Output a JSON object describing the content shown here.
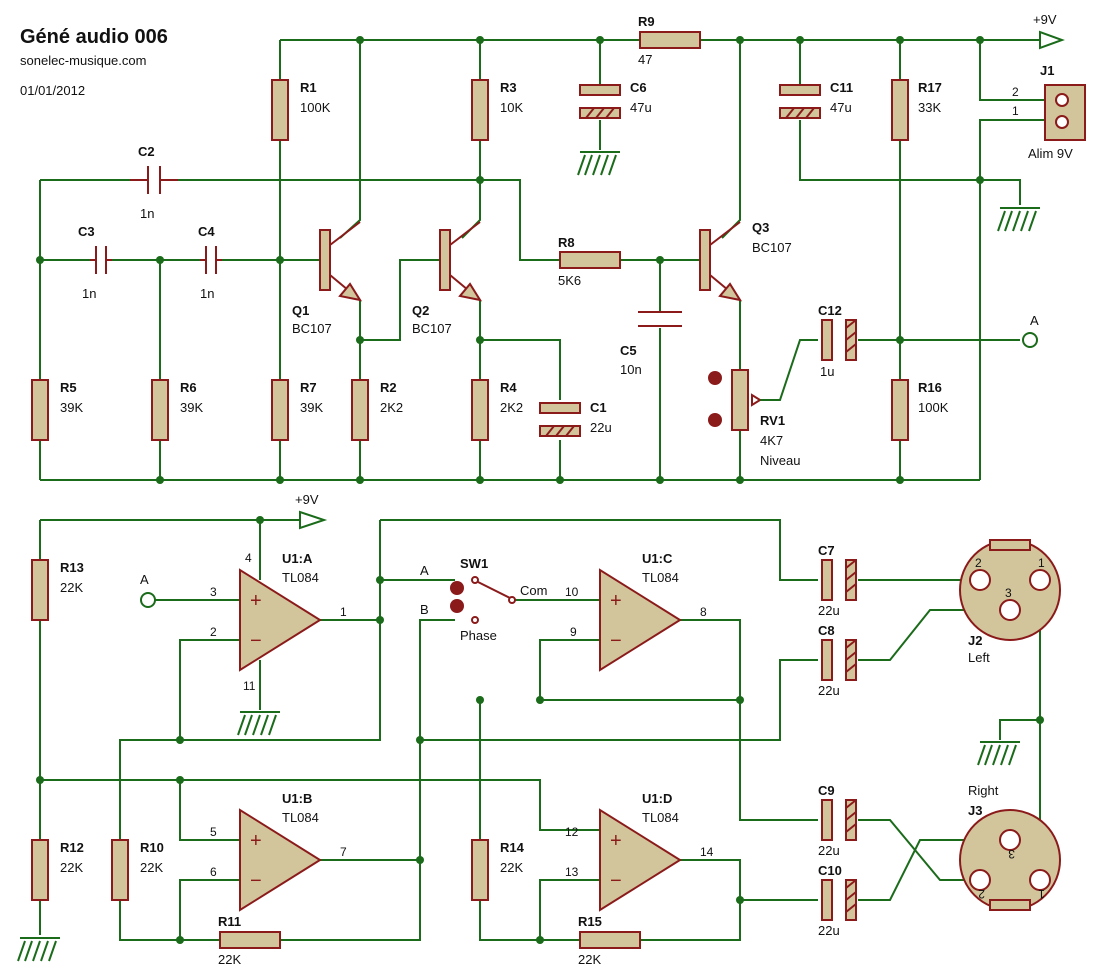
{
  "header": {
    "title": "Géné audio 006",
    "site": "sonelec-musique.com",
    "date": "01/01/2012"
  },
  "rails": {
    "vcc": "+9V"
  },
  "nets": {
    "a_in": "A",
    "a_out": "A",
    "sw_a": "A",
    "sw_b": "B"
  },
  "components": {
    "R1": {
      "ref": "R1",
      "value": "100K"
    },
    "R2": {
      "ref": "R2",
      "value": "2K2"
    },
    "R3": {
      "ref": "R3",
      "value": "10K"
    },
    "R4": {
      "ref": "R4",
      "value": "2K2"
    },
    "R5": {
      "ref": "R5",
      "value": "39K"
    },
    "R6": {
      "ref": "R6",
      "value": "39K"
    },
    "R7": {
      "ref": "R7",
      "value": "39K"
    },
    "R8": {
      "ref": "R8",
      "value": "5K6"
    },
    "R9": {
      "ref": "R9",
      "value": "47"
    },
    "R10": {
      "ref": "R10",
      "value": "22K"
    },
    "R11": {
      "ref": "R11",
      "value": "22K"
    },
    "R12": {
      "ref": "R12",
      "value": "22K"
    },
    "R13": {
      "ref": "R13",
      "value": "22K"
    },
    "R14": {
      "ref": "R14",
      "value": "22K"
    },
    "R15": {
      "ref": "R15",
      "value": "22K"
    },
    "R16": {
      "ref": "R16",
      "value": "100K"
    },
    "R17": {
      "ref": "R17",
      "value": "33K"
    },
    "C1": {
      "ref": "C1",
      "value": "22u"
    },
    "C2": {
      "ref": "C2",
      "value": "1n"
    },
    "C3": {
      "ref": "C3",
      "value": "1n"
    },
    "C4": {
      "ref": "C4",
      "value": "1n"
    },
    "C5": {
      "ref": "C5",
      "value": "10n"
    },
    "C6": {
      "ref": "C6",
      "value": "47u"
    },
    "C7": {
      "ref": "C7",
      "value": "22u"
    },
    "C8": {
      "ref": "C8",
      "value": "22u"
    },
    "C9": {
      "ref": "C9",
      "value": "22u"
    },
    "C10": {
      "ref": "C10",
      "value": "22u"
    },
    "C11": {
      "ref": "C11",
      "value": "47u"
    },
    "C12": {
      "ref": "C12",
      "value": "1u"
    },
    "Q1": {
      "ref": "Q1",
      "value": "BC107"
    },
    "Q2": {
      "ref": "Q2",
      "value": "BC107"
    },
    "Q3": {
      "ref": "Q3",
      "value": "BC107"
    },
    "RV1": {
      "ref": "RV1",
      "value": "4K7",
      "label": "Niveau"
    },
    "J1": {
      "ref": "J1",
      "label": "Alim 9V",
      "pin1": "1",
      "pin2": "2"
    },
    "J2": {
      "ref": "J2",
      "label": "Left",
      "pin2": "2",
      "pin3": "3",
      "pin1": "1"
    },
    "J3": {
      "ref": "J3",
      "label": "Right",
      "pin2": "2",
      "pin3": "3",
      "pin1": "1"
    },
    "SW1": {
      "ref": "SW1",
      "label": "Phase",
      "com": "Com"
    },
    "U1A": {
      "ref": "U1:A",
      "value": "TL084",
      "pins": [
        "3",
        "2",
        "1",
        "4",
        "11"
      ]
    },
    "U1B": {
      "ref": "U1:B",
      "value": "TL084",
      "pins": [
        "5",
        "6",
        "7"
      ]
    },
    "U1C": {
      "ref": "U1:C",
      "value": "TL084",
      "pins": [
        "10",
        "9",
        "8"
      ]
    },
    "U1D": {
      "ref": "U1:D",
      "value": "TL084",
      "pins": [
        "12",
        "13",
        "14"
      ]
    }
  }
}
